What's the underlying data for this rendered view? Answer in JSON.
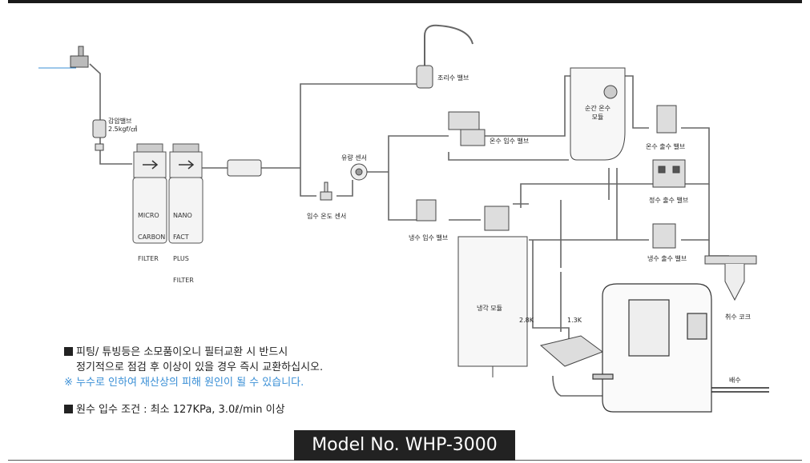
{
  "labels": {
    "pressure_valve": "감압밸브",
    "pressure_value": "2.5kgf/㎠",
    "cooking_water_valve": "조리수 밸브",
    "instant_hot_module_1": "순간 온수",
    "instant_hot_module_2": "모듈",
    "hot_inlet_valve": "온수 입수 밸브",
    "hot_outlet_valve": "온수 출수 밸브",
    "purified_outlet_valve": "정수 출수 밸브",
    "cold_outlet_valve": "냉수 출수 밸브",
    "flow_sensor": "유량 센서",
    "inlet_temp_sensor": "입수 온도 센서",
    "cold_inlet_valve": "냉수 입수 밸브",
    "cooling_module": "냉각 모듈",
    "dispense_cock": "취수 코크",
    "drain": "배수",
    "size_left": "2.8K",
    "size_right": "1.3K"
  },
  "filters": [
    {
      "line1": "MICRO",
      "line2": "CARBON",
      "line3": "FILTER",
      "line4": ""
    },
    {
      "line1": "NANO",
      "line2": "FACT",
      "line3": "PLUS",
      "line4": "FILTER"
    }
  ],
  "notes": {
    "line1": "피팅/ 튜빙등은 소모품이오니 필터교환 시 반드시",
    "line2": "정기적으로 점검 후 이상이 있을 경우 즉시 교환하십시오.",
    "line3": "※ 누수로 인하여 재산상의 피해 원인이 될 수 있습니다.",
    "line4": "원수 입수 조건 : 최소 127KPa, 3.0ℓ/min 이상"
  },
  "model": "Model No. WHP-3000",
  "colors": {
    "line": "#555555",
    "accent_blue": "#3a8fd6",
    "dark": "#222222"
  }
}
